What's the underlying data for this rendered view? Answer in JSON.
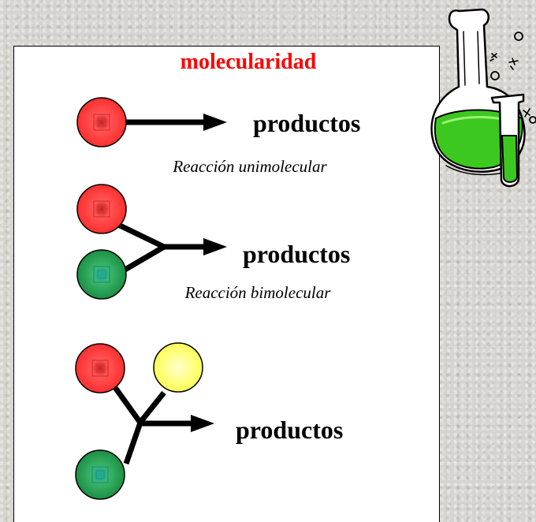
{
  "title": "molecularidad",
  "sections": [
    {
      "product": "productos",
      "caption": "Reacción unimolecular"
    },
    {
      "product": "productos",
      "caption": "Reacción bimolecular"
    },
    {
      "product": "productos"
    }
  ],
  "colors": {
    "title": "#ff0000",
    "molecule_red": "#ff3b3b",
    "molecule_green": "#1f9a4d",
    "molecule_yellow": "#ffff66",
    "flask_liquid": "#3cc81e"
  },
  "icons": [
    "chemistry-flask-icon",
    "test-tube-icon"
  ]
}
